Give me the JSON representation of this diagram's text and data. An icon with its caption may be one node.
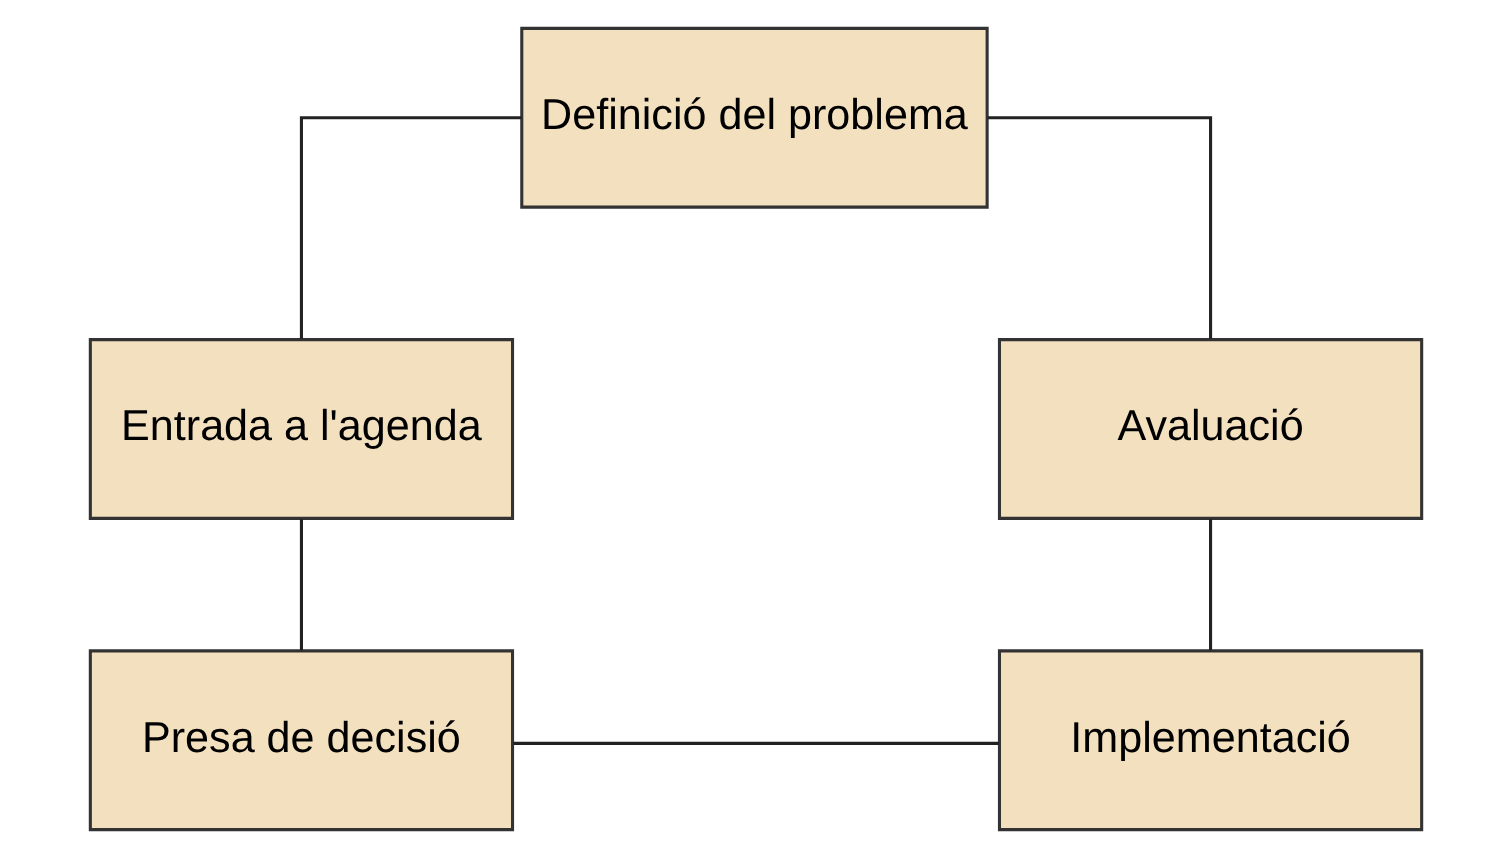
{
  "diagram": {
    "nodes": [
      {
        "text": [
          "Definició del problema"
        ]
      },
      {
        "text": [
          "Avaluació"
        ]
      },
      {
        "text": [
          "Entrada a l'agenda"
        ]
      },
      {
        "text": [
          "Implementació"
        ]
      },
      {
        "text": [
          "Presa de decisió"
        ]
      }
    ],
    "edges": [
      {
        "from": 0,
        "to": 2,
        "arrow": "none"
      },
      {
        "from": 2,
        "to": 4,
        "arrow": "none"
      },
      {
        "from": 4,
        "to": 3,
        "arrow": "none"
      },
      {
        "from": 3,
        "to": 1,
        "arrow": "none"
      },
      {
        "from": 1,
        "to": 0,
        "arrow": "none"
      }
    ]
  }
}
